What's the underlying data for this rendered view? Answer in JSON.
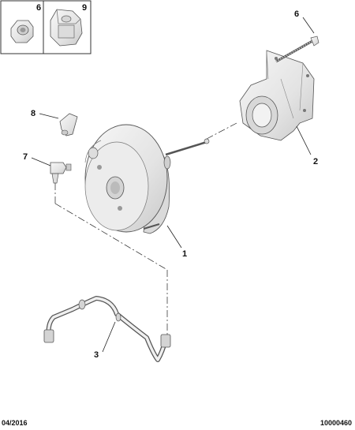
{
  "diagram": {
    "legend_boxes": [
      {
        "label": "6",
        "part": "nut"
      },
      {
        "label": "9",
        "part": "bracket-clip"
      }
    ],
    "callouts": [
      "6",
      "8",
      "7",
      "2",
      "1",
      "3"
    ]
  },
  "footer": {
    "date": "04/2016",
    "reference": "10000460"
  },
  "colors": {
    "part_fill": "#ebebeb",
    "part_stroke": "#555555",
    "line": "#222222"
  }
}
